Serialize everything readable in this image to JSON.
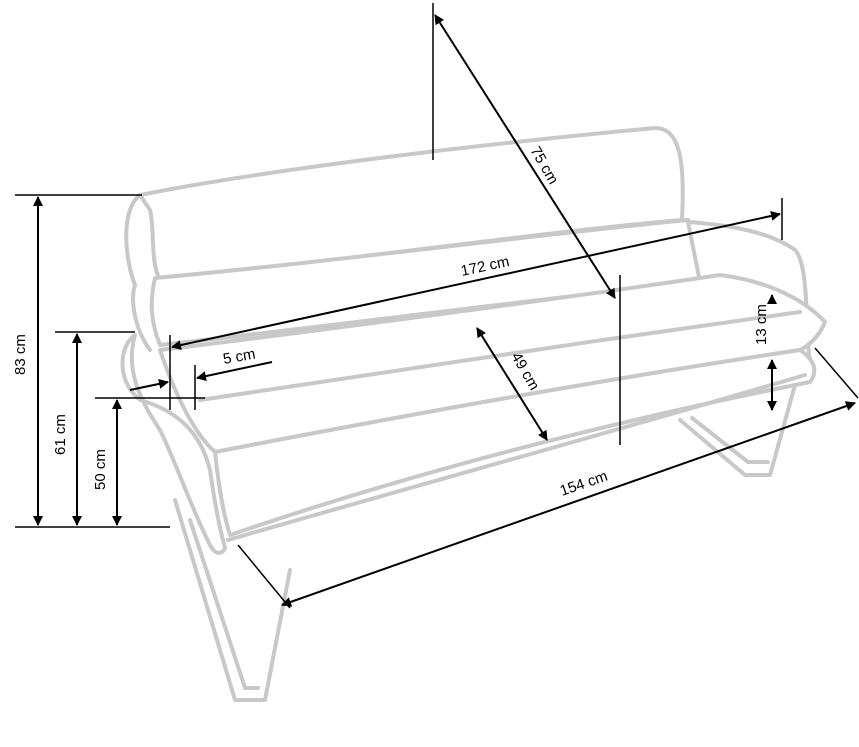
{
  "diagram": {
    "dimensions": {
      "depth": "75 cm",
      "total_width": "172 cm",
      "armrest_width": "5 cm",
      "seat_depth": "49 cm",
      "armrest_height_above_seat": "13 cm",
      "seat_width": "154 cm",
      "total_height": "83 cm",
      "armrest_height": "61 cm",
      "seat_height": "50 cm"
    },
    "colors": {
      "outline": "#c8c8c8",
      "dimension_lines": "#000000",
      "background": "#ffffff"
    }
  }
}
